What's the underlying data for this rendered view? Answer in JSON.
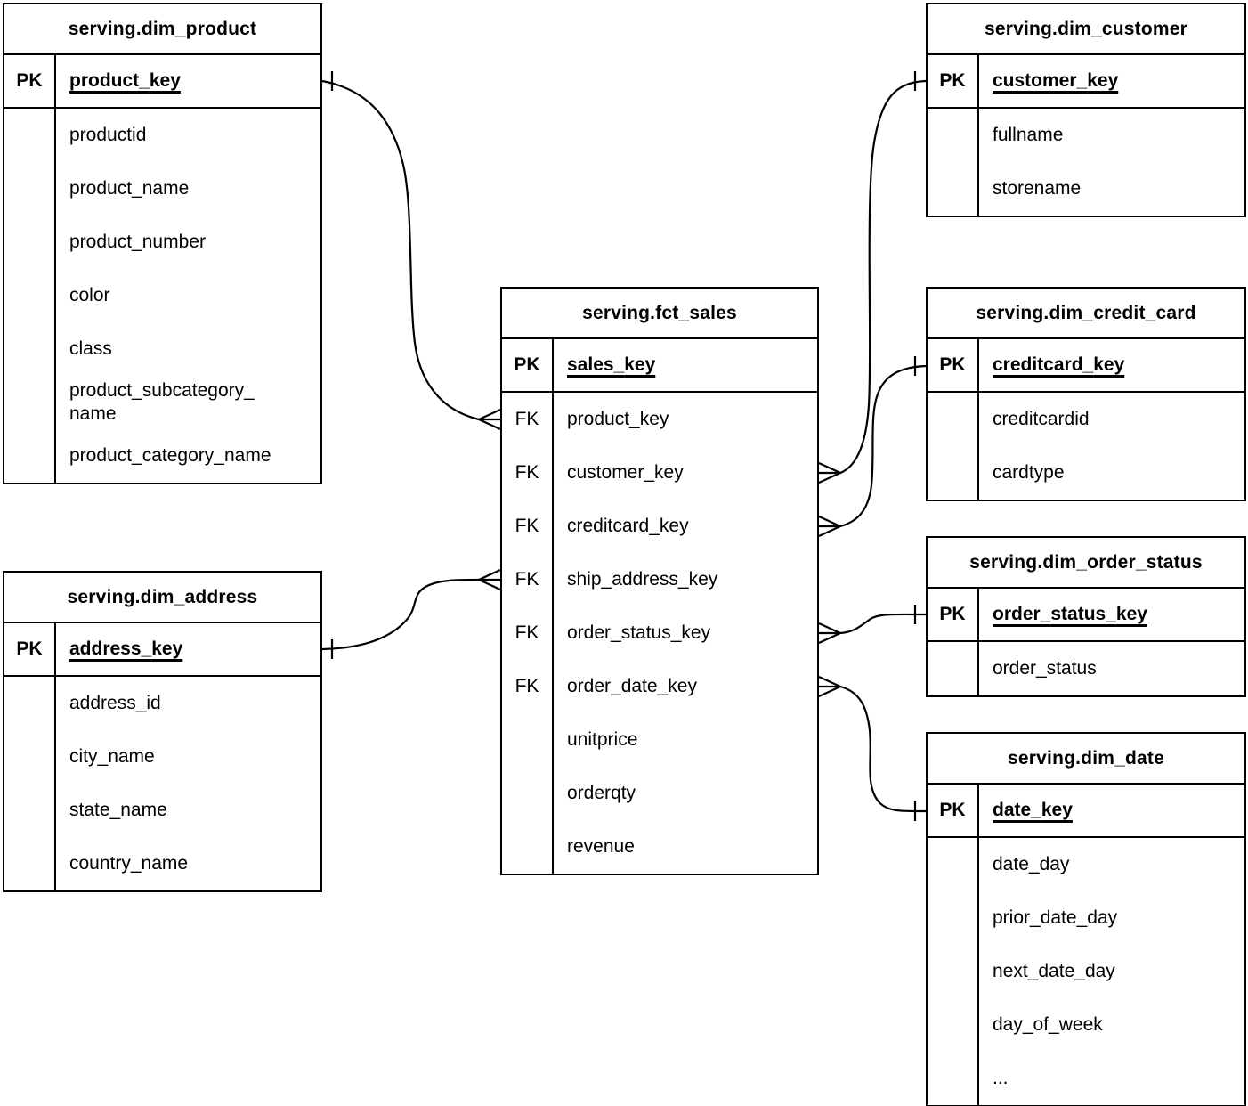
{
  "diagram": {
    "kind": "entity-relationship-diagram",
    "background_color": "#ffffff",
    "line_color": "#000000",
    "text_color": "#000000",
    "notation": "crow's foot (many) at fact table side, single tick (one) at dimension table side"
  },
  "tables": [
    {
      "id": "dim_product",
      "name": "serving.dim_product",
      "key_row": {
        "label": "PK",
        "field": "product_key"
      },
      "attribute_rows": [
        {
          "label": "",
          "field": "productid"
        },
        {
          "label": "",
          "field": "product_name"
        },
        {
          "label": "",
          "field": "product_number"
        },
        {
          "label": "",
          "field": "color"
        },
        {
          "label": "",
          "field": "class"
        },
        {
          "label": "",
          "field": "product_subcategory_name"
        },
        {
          "label": "",
          "field": "product_category_name"
        }
      ]
    },
    {
      "id": "dim_customer",
      "name": "serving.dim_customer",
      "key_row": {
        "label": "PK",
        "field": "customer_key"
      },
      "attribute_rows": [
        {
          "label": "",
          "field": "fullname"
        },
        {
          "label": "",
          "field": "storename"
        }
      ]
    },
    {
      "id": "fct_sales",
      "name": "serving.fct_sales",
      "key_row": {
        "label": "PK",
        "field": "sales_key"
      },
      "attribute_rows": [
        {
          "label": "FK",
          "field": "product_key"
        },
        {
          "label": "FK",
          "field": "customer_key"
        },
        {
          "label": "FK",
          "field": "creditcard_key"
        },
        {
          "label": "FK",
          "field": "ship_address_key"
        },
        {
          "label": "FK",
          "field": "order_status_key"
        },
        {
          "label": "FK",
          "field": "order_date_key"
        },
        {
          "label": "",
          "field": "unitprice"
        },
        {
          "label": "",
          "field": "orderqty"
        },
        {
          "label": "",
          "field": "revenue"
        }
      ]
    },
    {
      "id": "dim_credit_card",
      "name": "serving.dim_credit_card",
      "key_row": {
        "label": "PK",
        "field": "creditcard_key"
      },
      "attribute_rows": [
        {
          "label": "",
          "field": "creditcardid"
        },
        {
          "label": "",
          "field": "cardtype"
        }
      ]
    },
    {
      "id": "dim_order_status",
      "name": "serving.dim_order_status",
      "key_row": {
        "label": "PK",
        "field": "order_status_key"
      },
      "attribute_rows": [
        {
          "label": "",
          "field": "order_status"
        }
      ]
    },
    {
      "id": "dim_address",
      "name": "serving.dim_address",
      "key_row": {
        "label": "PK",
        "field": "address_key"
      },
      "attribute_rows": [
        {
          "label": "",
          "field": "address_id"
        },
        {
          "label": "",
          "field": "city_name"
        },
        {
          "label": "",
          "field": "state_name"
        },
        {
          "label": "",
          "field": "country_name"
        }
      ]
    },
    {
      "id": "dim_date",
      "name": "serving.dim_date",
      "key_row": {
        "label": "PK",
        "field": "date_key"
      },
      "attribute_rows": [
        {
          "label": "",
          "field": "date_day"
        },
        {
          "label": "",
          "field": "prior_date_day"
        },
        {
          "label": "",
          "field": "next_date_day"
        },
        {
          "label": "",
          "field": "day_of_week"
        },
        {
          "label": "",
          "field": "..."
        }
      ]
    }
  ],
  "relationships": [
    {
      "from_table": "serving.fct_sales",
      "from_field": "product_key",
      "from_cardinality": "many",
      "to_table": "serving.dim_product",
      "to_field": "product_key",
      "to_cardinality": "one"
    },
    {
      "from_table": "serving.fct_sales",
      "from_field": "customer_key",
      "from_cardinality": "many",
      "to_table": "serving.dim_customer",
      "to_field": "customer_key",
      "to_cardinality": "one"
    },
    {
      "from_table": "serving.fct_sales",
      "from_field": "creditcard_key",
      "from_cardinality": "many",
      "to_table": "serving.dim_credit_card",
      "to_field": "creditcard_key",
      "to_cardinality": "one"
    },
    {
      "from_table": "serving.fct_sales",
      "from_field": "ship_address_key",
      "from_cardinality": "many",
      "to_table": "serving.dim_address",
      "to_field": "address_key",
      "to_cardinality": "one"
    },
    {
      "from_table": "serving.fct_sales",
      "from_field": "order_status_key",
      "from_cardinality": "many",
      "to_table": "serving.dim_order_status",
      "to_field": "order_status_key",
      "to_cardinality": "one"
    },
    {
      "from_table": "serving.fct_sales",
      "from_field": "order_date_key",
      "from_cardinality": "many",
      "to_table": "serving.dim_date",
      "to_field": "date_key",
      "to_cardinality": "one"
    }
  ]
}
